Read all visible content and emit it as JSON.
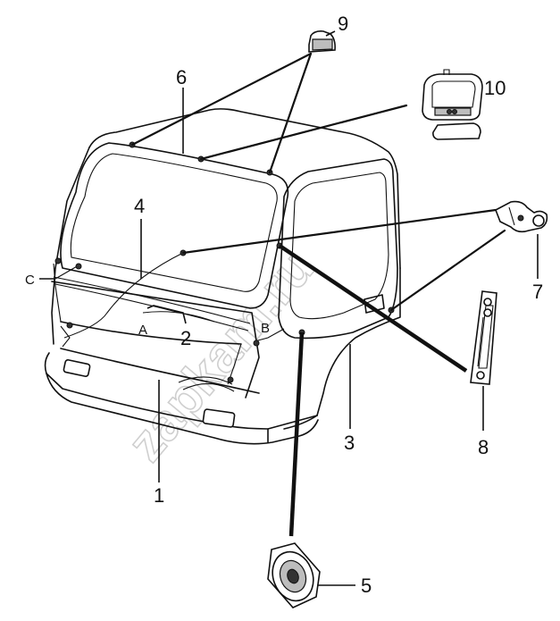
{
  "watermark": "zapkam.ru",
  "callouts": [
    {
      "id": "1",
      "label": "1"
    },
    {
      "id": "2",
      "label": "2"
    },
    {
      "id": "3",
      "label": "3"
    },
    {
      "id": "4",
      "label": "4"
    },
    {
      "id": "5",
      "label": "5"
    },
    {
      "id": "6",
      "label": "6"
    },
    {
      "id": "7",
      "label": "7"
    },
    {
      "id": "8",
      "label": "8"
    },
    {
      "id": "9",
      "label": "9"
    },
    {
      "id": "10",
      "label": "10"
    }
  ],
  "point_labels": [
    {
      "id": "A",
      "label": "A"
    },
    {
      "id": "B",
      "label": "B"
    },
    {
      "id": "C",
      "label": "C"
    }
  ]
}
